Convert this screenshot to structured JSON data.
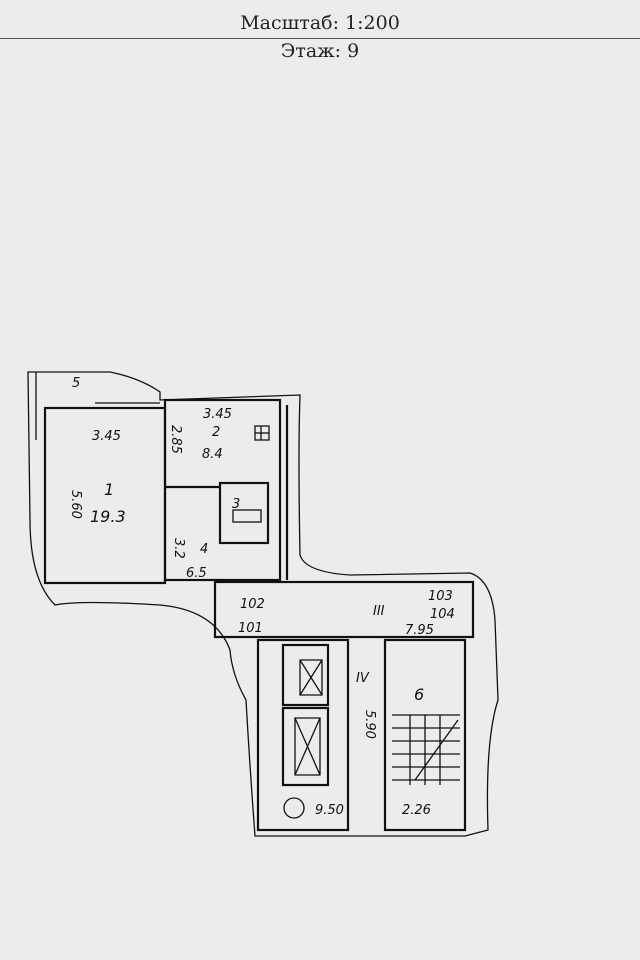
{
  "header": {
    "scale": "Масштаб: 1:200",
    "floor": "Этаж: 9"
  },
  "plan": {
    "dims": {
      "d5": "5",
      "d345a": "3.45",
      "d560": "5.60",
      "d345b": "3.45",
      "d285": "2.85",
      "d32": "3.2",
      "d950": "9.50",
      "d226": "2.26",
      "d590": "5.90"
    },
    "rooms": {
      "r1_num": "1",
      "r1_area": "19.3",
      "r2_num": "2",
      "r2_area": "8.4",
      "r3_num": "3",
      "r4_num": "4",
      "r4_area": "6.5",
      "c102": "102",
      "c101": "101",
      "c103": "103",
      "c104": "104",
      "c795": "7.95",
      "cIII": "III",
      "cIV": "IV",
      "stair": "6"
    }
  }
}
